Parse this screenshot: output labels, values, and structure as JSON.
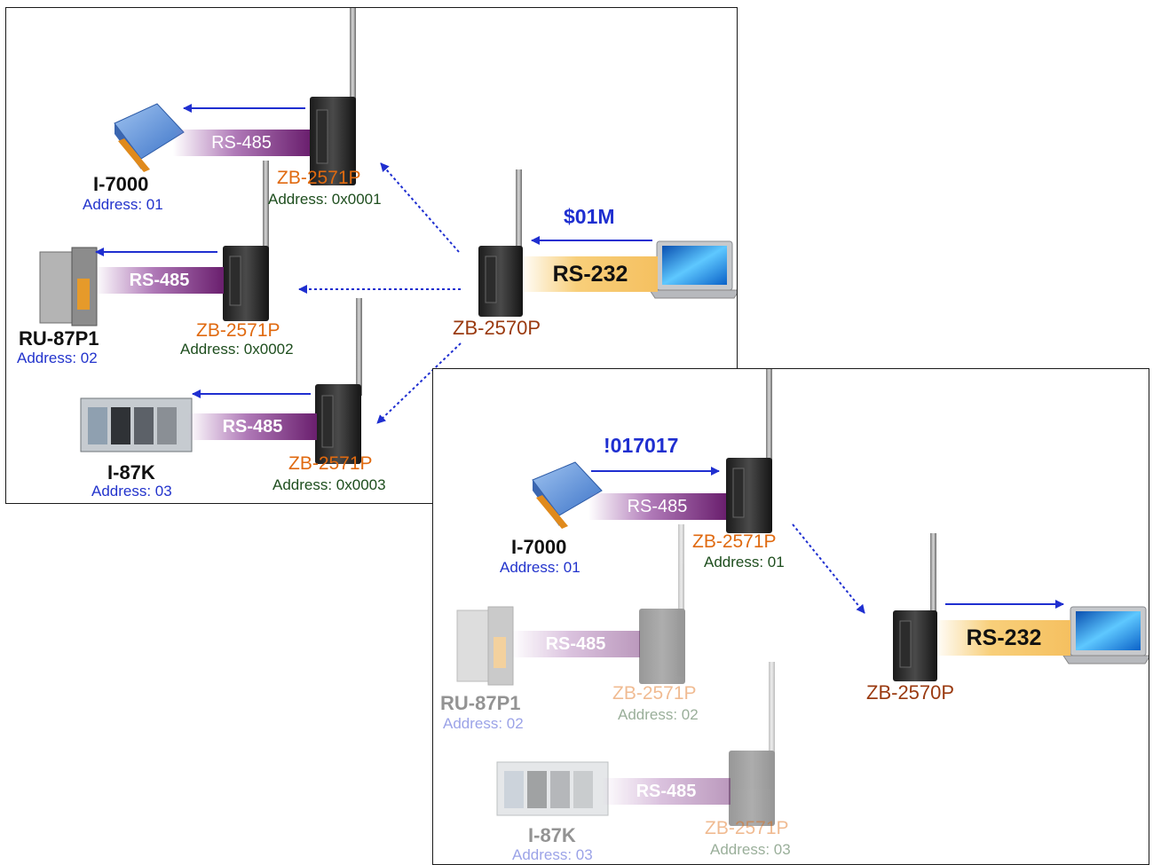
{
  "panel_a": {
    "cmd": "$01M",
    "rs232": "RS-232",
    "coordinator": "ZB-2570P",
    "routers": [
      {
        "name": "ZB-2571P",
        "address": "Address: 0x0001",
        "bus": "RS-485"
      },
      {
        "name": "ZB-2571P",
        "address": "Address: 0x0002",
        "bus": "RS-485"
      },
      {
        "name": "ZB-2571P",
        "address": "Address: 0x0003",
        "bus": "RS-485"
      }
    ],
    "devices": [
      {
        "name": "I-7000",
        "address": "Address: 01"
      },
      {
        "name": "RU-87P1",
        "address": "Address: 02"
      },
      {
        "name": "I-87K",
        "address": "Address: 03"
      }
    ]
  },
  "panel_b": {
    "cmd": "!017017",
    "rs232": "RS-232",
    "coordinator": "ZB-2570P",
    "routers": [
      {
        "name": "ZB-2571P",
        "address": "Address: 01",
        "bus": "RS-485"
      },
      {
        "name": "ZB-2571P",
        "address": "Address: 02",
        "bus": "RS-485"
      },
      {
        "name": "ZB-2571P",
        "address": "Address: 03",
        "bus": "RS-485"
      }
    ],
    "devices": [
      {
        "name": "I-7000",
        "address": "Address: 01"
      },
      {
        "name": "RU-87P1",
        "address": "Address: 02"
      },
      {
        "name": "I-87K",
        "address": "Address: 03"
      }
    ]
  },
  "colors": {
    "arrow": "#1f2fd0",
    "router_label": "#e06a10",
    "coordinator_label": "#9a3a10",
    "rs485_bar": "#6a1f6e",
    "rs232_bar": "#f5c060"
  }
}
